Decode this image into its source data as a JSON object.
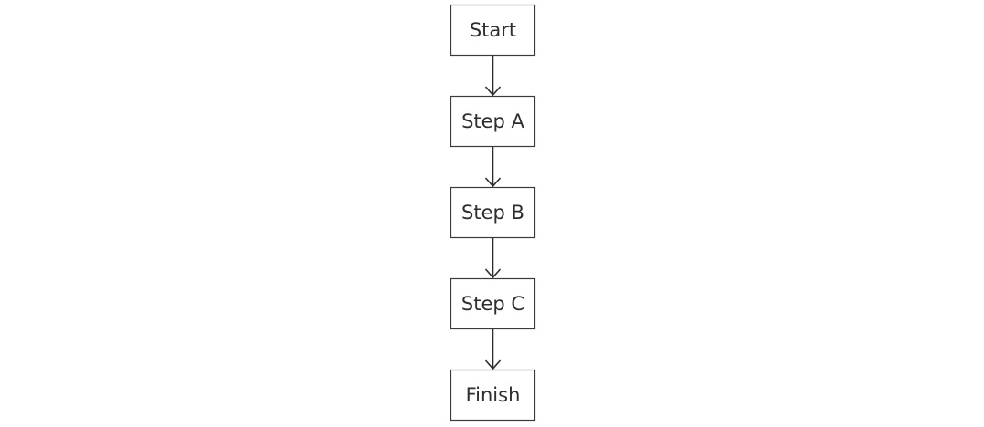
{
  "flowchart": {
    "nodes": [
      {
        "id": "start",
        "label": "Start"
      },
      {
        "id": "step-a",
        "label": "Step A"
      },
      {
        "id": "step-b",
        "label": "Step B"
      },
      {
        "id": "step-c",
        "label": "Step C"
      },
      {
        "id": "finish",
        "label": "Finish"
      }
    ],
    "edges": [
      {
        "from": "start",
        "to": "step-a"
      },
      {
        "from": "step-a",
        "to": "step-b"
      },
      {
        "from": "step-b",
        "to": "step-c"
      },
      {
        "from": "step-c",
        "to": "finish"
      }
    ],
    "colors": {
      "box_fill": "#ffffff",
      "box_stroke": "#3a3a3a",
      "text": "#2e2e2e",
      "arrow": "#2e2e2e"
    }
  }
}
